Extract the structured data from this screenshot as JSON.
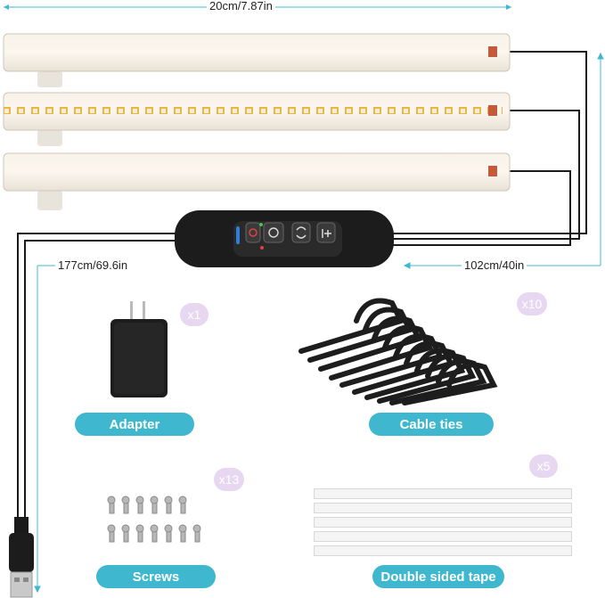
{
  "dimensions": {
    "length": "20cm/7.87in",
    "cable_to_plug": "177cm/69.6in",
    "cable_to_bars": "102cm/40in"
  },
  "items": {
    "adapter": {
      "label": "Adapter",
      "quantity": "x1"
    },
    "cable_ties": {
      "label": "Cable ties",
      "quantity": "x10"
    },
    "screws": {
      "label": "Screws",
      "quantity": "x13"
    },
    "tape": {
      "label": "Double sided tape",
      "quantity": "x5"
    }
  },
  "colors": {
    "accent": "#3fb8cf",
    "badge": "#e8d7f0",
    "led": "#f2b24a",
    "cable": "#1a1a1a"
  },
  "icons": [
    "timer-icon",
    "power-icon",
    "cycle-icon",
    "brightness-icon",
    "usb-plug-icon"
  ]
}
